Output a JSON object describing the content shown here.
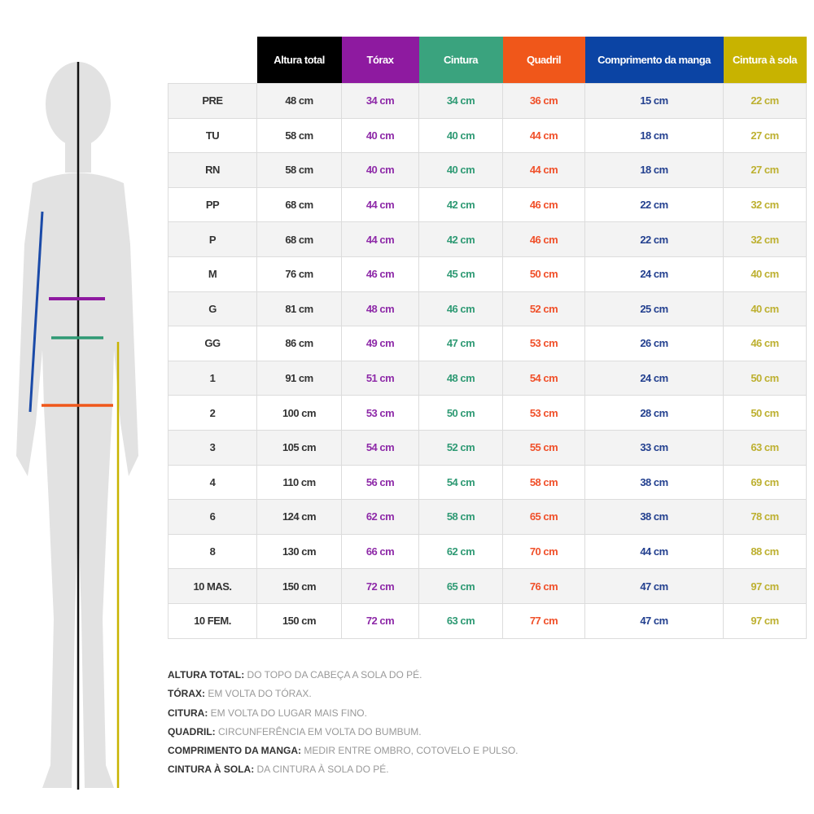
{
  "headers": [
    "Altura total",
    "Tórax",
    "Cintura",
    "Quadril",
    "Comprimento da manga",
    "Cintura à sola"
  ],
  "colors": {
    "header_bg": [
      "#000000",
      "#8e1aa0",
      "#3aa37e",
      "#f0571a",
      "#0b44a4",
      "#c8b300"
    ],
    "text": [
      "#333333",
      "#8e2aa8",
      "#2f9a74",
      "#f0502a",
      "#23408f",
      "#bdb030"
    ]
  },
  "rows": [
    {
      "size": "PRE",
      "values": [
        "48 cm",
        "34 cm",
        "34 cm",
        "36 cm",
        "15 cm",
        "22 cm"
      ]
    },
    {
      "size": "TU",
      "values": [
        "58 cm",
        "40 cm",
        "40 cm",
        "44 cm",
        "18 cm",
        "27 cm"
      ]
    },
    {
      "size": "RN",
      "values": [
        "58 cm",
        "40 cm",
        "40 cm",
        "44 cm",
        "18 cm",
        "27 cm"
      ]
    },
    {
      "size": "PP",
      "values": [
        "68 cm",
        "44 cm",
        "42 cm",
        "46 cm",
        "22 cm",
        "32 cm"
      ]
    },
    {
      "size": "P",
      "values": [
        "68 cm",
        "44 cm",
        "42 cm",
        "46 cm",
        "22 cm",
        "32 cm"
      ]
    },
    {
      "size": "M",
      "values": [
        "76 cm",
        "46 cm",
        "45 cm",
        "50 cm",
        "24 cm",
        "40 cm"
      ]
    },
    {
      "size": "G",
      "values": [
        "81 cm",
        "48 cm",
        "46 cm",
        "52 cm",
        "25 cm",
        "40 cm"
      ]
    },
    {
      "size": "GG",
      "values": [
        "86 cm",
        "49 cm",
        "47 cm",
        "53 cm",
        "26 cm",
        "46 cm"
      ]
    },
    {
      "size": "1",
      "values": [
        "91 cm",
        "51 cm",
        "48 cm",
        "54 cm",
        "24 cm",
        "50 cm"
      ]
    },
    {
      "size": "2",
      "values": [
        "100 cm",
        "53 cm",
        "50 cm",
        "53 cm",
        "28 cm",
        "50 cm"
      ]
    },
    {
      "size": "3",
      "values": [
        "105 cm",
        "54 cm",
        "52 cm",
        "55 cm",
        "33 cm",
        "63 cm"
      ]
    },
    {
      "size": "4",
      "values": [
        "110 cm",
        "56 cm",
        "54 cm",
        "58 cm",
        "38 cm",
        "69 cm"
      ]
    },
    {
      "size": "6",
      "values": [
        "124 cm",
        "62 cm",
        "58 cm",
        "65 cm",
        "38 cm",
        "78 cm"
      ]
    },
    {
      "size": "8",
      "values": [
        "130 cm",
        "66 cm",
        "62 cm",
        "70 cm",
        "44 cm",
        "88 cm"
      ]
    },
    {
      "size": "10 MAS.",
      "values": [
        "150 cm",
        "72 cm",
        "65 cm",
        "76 cm",
        "47 cm",
        "97 cm"
      ]
    },
    {
      "size": "10 FEM.",
      "values": [
        "150 cm",
        "72 cm",
        "63 cm",
        "77 cm",
        "47 cm",
        "97 cm"
      ]
    }
  ],
  "notes": [
    {
      "label": "ALTURA TOTAL:",
      "text": " DO TOPO DA CABEÇA A SOLA DO PÉ."
    },
    {
      "label": "TÓRAX:",
      "text": " EM VOLTA DO TÓRAX."
    },
    {
      "label": "CITURA:",
      "text": " EM VOLTA DO LUGAR MAIS FINO."
    },
    {
      "label": "QUADRIL:",
      "text": " CIRCUNFERÊNCIA EM VOLTA DO BUMBUM."
    },
    {
      "label": "COMPRIMENTO DA MANGA:",
      "text": " MEDIR ENTRE OMBRO, COTOVELO E PULSO."
    },
    {
      "label": "CINTURA À SOLA:",
      "text": " DA CINTURA À SOLA DO PÉ."
    }
  ]
}
